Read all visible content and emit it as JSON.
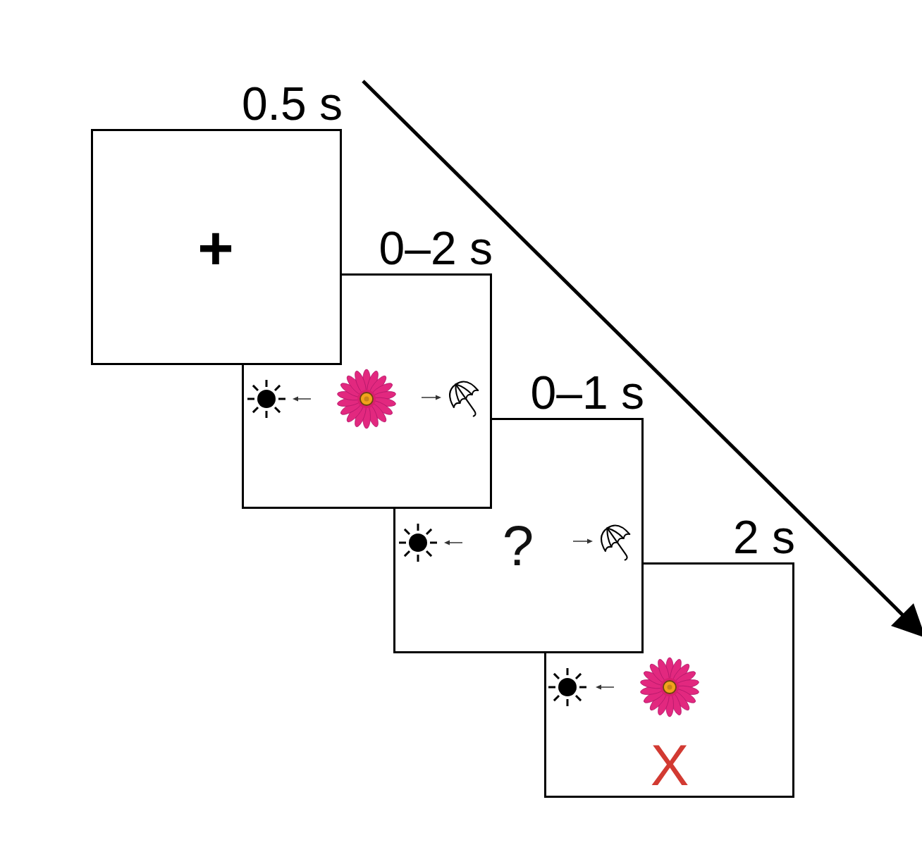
{
  "diagram": {
    "nodes": [
      {
        "text": [
          "0.5 s",
          "+"
        ]
      },
      {
        "text": [
          "0–2 s"
        ]
      },
      {
        "text": [
          "0–1 s",
          "?"
        ]
      },
      {
        "text": [
          "2 s",
          "X"
        ]
      }
    ]
  }
}
